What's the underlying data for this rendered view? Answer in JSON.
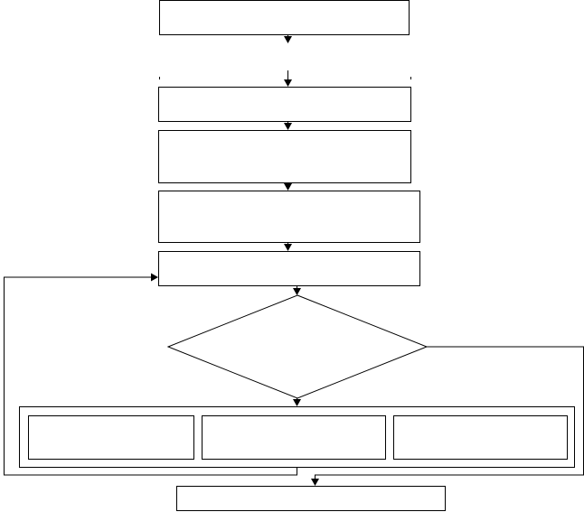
{
  "diagram": {
    "type": "flowchart",
    "colors": {
      "background": "#ffffff",
      "stroke": "#000000"
    },
    "nodes": [
      {
        "id": "step-1",
        "shape": "rectangle",
        "label": ""
      },
      {
        "id": "step-2",
        "shape": "rectangle",
        "label": ""
      },
      {
        "id": "step-3",
        "shape": "rectangle",
        "label": ""
      },
      {
        "id": "step-4",
        "shape": "rectangle",
        "label": ""
      },
      {
        "id": "step-5",
        "shape": "rectangle",
        "label": ""
      },
      {
        "id": "decision",
        "shape": "diamond",
        "label": ""
      },
      {
        "id": "group",
        "shape": "rectangle",
        "label": ""
      },
      {
        "id": "branch-1",
        "shape": "rectangle",
        "label": ""
      },
      {
        "id": "branch-2",
        "shape": "rectangle",
        "label": ""
      },
      {
        "id": "branch-3",
        "shape": "rectangle",
        "label": ""
      },
      {
        "id": "final",
        "shape": "rectangle",
        "label": ""
      }
    ],
    "edges": [
      {
        "from": "step-1",
        "to": "step-2",
        "label": ""
      },
      {
        "from": "step-2",
        "to": "step-3",
        "label": ""
      },
      {
        "from": "step-3",
        "to": "step-4",
        "label": ""
      },
      {
        "from": "step-4",
        "to": "step-5",
        "label": ""
      },
      {
        "from": "step-5",
        "to": "decision",
        "label": ""
      },
      {
        "from": "decision",
        "to": "group",
        "label": ""
      },
      {
        "from": "decision",
        "to": "final",
        "label": ""
      },
      {
        "from": "group",
        "to": "step-5",
        "label": ""
      },
      {
        "from": "group",
        "to": "final",
        "label": ""
      }
    ]
  }
}
